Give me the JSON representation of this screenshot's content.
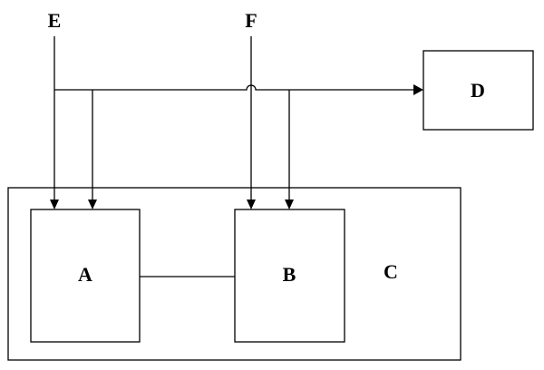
{
  "labels": {
    "a": "A",
    "b": "B",
    "c": "C",
    "d": "D",
    "e": "E",
    "f": "F"
  },
  "colors": {
    "stroke": "#000000",
    "background": "#ffffff"
  }
}
